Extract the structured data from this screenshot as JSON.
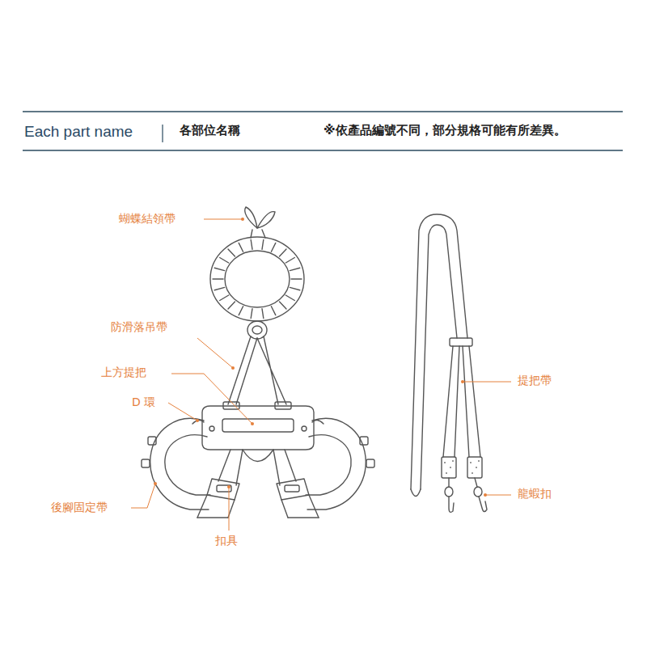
{
  "diagram": {
    "title": "Each part name",
    "labels": [
      "各部位名稱",
      "※依產品編號不同，部分規格可能有所差異。",
      "蝴蝶結領帶",
      "防滑落吊帶",
      "上方提把",
      "D 環",
      "後腳固定帶",
      "扣具",
      "提把帶",
      "龍蝦扣"
    ]
  }
}
